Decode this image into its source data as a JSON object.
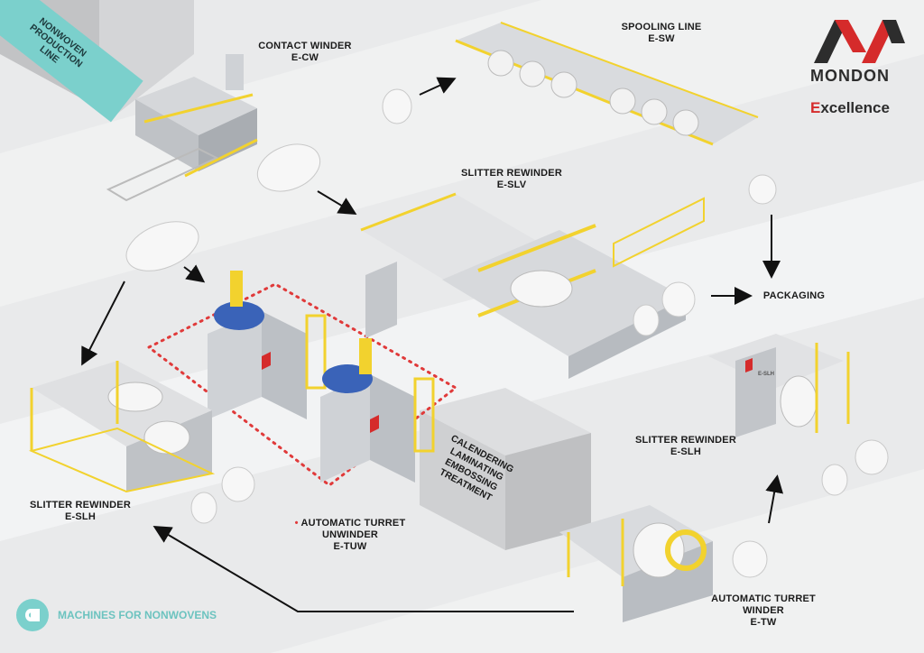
{
  "brand": {
    "name": "MONDON",
    "tagline_accent": "E",
    "tagline_rest": "xcellence"
  },
  "banner": {
    "lines": [
      "NONWOVEN",
      "PRODUCTION",
      "LINE"
    ]
  },
  "treatment_block": {
    "lines": [
      "CALENDERING",
      "LAMINATING",
      "EMBOSSING",
      "TREATMENT"
    ]
  },
  "machines": {
    "contact_winder": {
      "name": "CONTACT WINDER",
      "code": "E-CW"
    },
    "spooling_line": {
      "name": "SPOOLING LINE",
      "code": "E-SW"
    },
    "slitter_rewinder_slv": {
      "name": "SLITTER REWINDER",
      "code": "E-SLV"
    },
    "packaging": {
      "name": "PACKAGING"
    },
    "slitter_rewinder_slh_right": {
      "name": "SLITTER REWINDER",
      "code": "E-SLH"
    },
    "slitter_rewinder_slh_left": {
      "name": "SLITTER REWINDER",
      "code": "E-SLH"
    },
    "turret_unwinder": {
      "name": "AUTOMATIC TURRET",
      "name2": "UNWINDER",
      "code": "E-TUW"
    },
    "turret_winder": {
      "name": "AUTOMATIC TURRET",
      "name2": "WINDER",
      "code": "E-TW"
    }
  },
  "machine_badge": "E-SLH",
  "footer": {
    "label": "MACHINES FOR NONWOVENS",
    "icon": "toilet-roll-icon"
  },
  "colors": {
    "background": "#e9eaeb",
    "accent_teal": "#7bd0cc",
    "brand_red": "#d52b2b",
    "brand_dark": "#2d2d2d",
    "machine_yellow": "#f2d22e",
    "machine_grey": "#c9ccd0",
    "dotted_red": "#e03a3a",
    "unwinder_blue": "#3a63b8"
  }
}
